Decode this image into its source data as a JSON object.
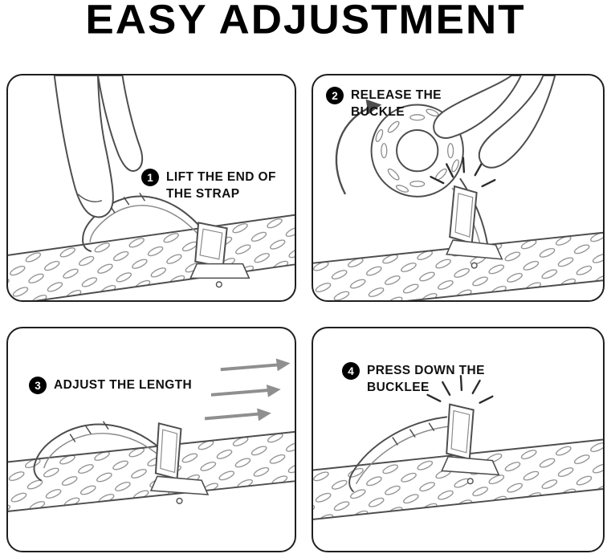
{
  "title": "EASY ADJUSTMENT",
  "steps": [
    {
      "number": "1",
      "line1": "LIFT THE END OF",
      "line2": "THE STRAP"
    },
    {
      "number": "2",
      "line1": "RELEASE THE",
      "line2": "BUCKLE"
    },
    {
      "number": "3",
      "line1": "ADJUST THE LENGTH",
      "line2": ""
    },
    {
      "number": "4",
      "line1": "PRESS DOWN THE",
      "line2": "BUCKLEE"
    }
  ],
  "colors": {
    "ink": "#000000",
    "line_art": "#4d4d4d",
    "line_art_light": "#8a8a8a",
    "arrow_gray": "#8f8f8f",
    "background": "#ffffff"
  }
}
